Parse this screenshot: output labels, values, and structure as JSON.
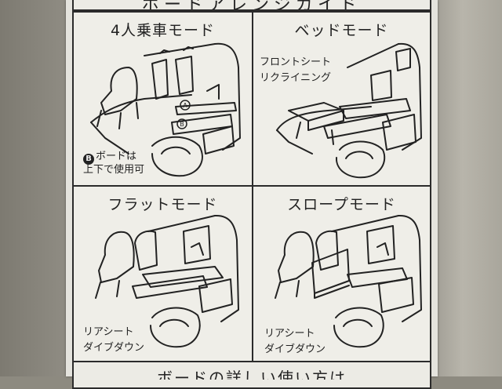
{
  "header": {
    "title": "ボードアレンジガイド"
  },
  "panels": [
    {
      "title": "4人乗車モード",
      "labels": [
        "ボードは",
        "上下で使用可"
      ],
      "marker": "B",
      "callouts": [
        "A",
        "B"
      ]
    },
    {
      "title": "ベッドモード",
      "labels": [
        "フロントシート",
        "リクライニング"
      ]
    },
    {
      "title": "フラットモード",
      "labels": [
        "リアシート",
        "ダイブダウン"
      ]
    },
    {
      "title": "スロープモード",
      "labels": [
        "リアシート",
        "ダイブダウン"
      ]
    }
  ],
  "footer": {
    "text": "ボードの詳しい使い方は"
  },
  "colors": {
    "ink": "#2b2b2b",
    "paper": "#efeee8",
    "background": "#8d8a80"
  }
}
